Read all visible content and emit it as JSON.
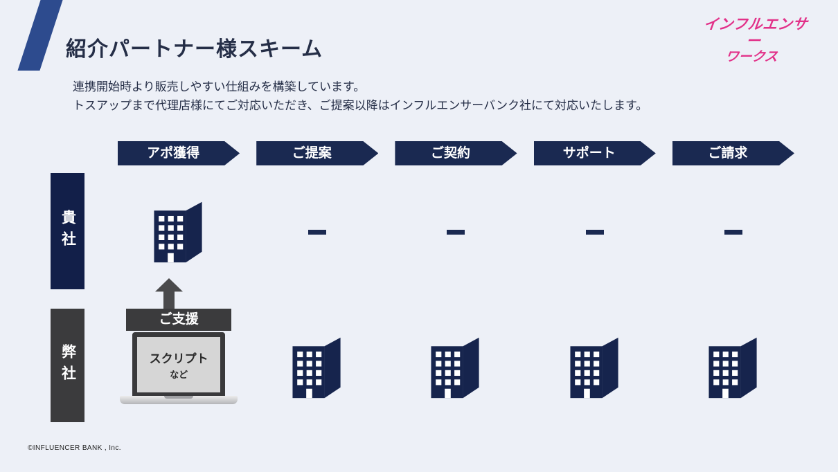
{
  "slide": {
    "title": "紹介パートナー様スキーム",
    "subtitle_line1": "連携開始時より販売しやすい仕組みを構築しています。",
    "subtitle_line2": "トスアップまで代理店様にてご対応いただき、ご提案以降はインフルエンサーバンク社にて対応いたします。",
    "footer": "©INFLUENCER BANK , Inc."
  },
  "logo": {
    "line1": "インフルエンサー",
    "line2": "ワークス"
  },
  "steps": [
    {
      "label": "アポ獲得"
    },
    {
      "label": "ご提案"
    },
    {
      "label": "ご契約"
    },
    {
      "label": "サポート"
    },
    {
      "label": "ご請求"
    }
  ],
  "rows": {
    "your_company": "貴社",
    "our_company": "弊社"
  },
  "support": {
    "label": "ご支援",
    "laptop_line1": "スクリプト",
    "laptop_line2": "など"
  },
  "icons": {
    "building": "building-icon",
    "arrow_up": "arrow-up-icon",
    "laptop": "laptop-icon",
    "dash": "dash-mark"
  },
  "colors": {
    "background": "#edf0f7",
    "navy": "#1a2951",
    "dark_navy_box": "#121f49",
    "gray_box": "#3b3b3d",
    "stripe_blue": "#2d4b8e",
    "logo_pink": "#e23189"
  }
}
